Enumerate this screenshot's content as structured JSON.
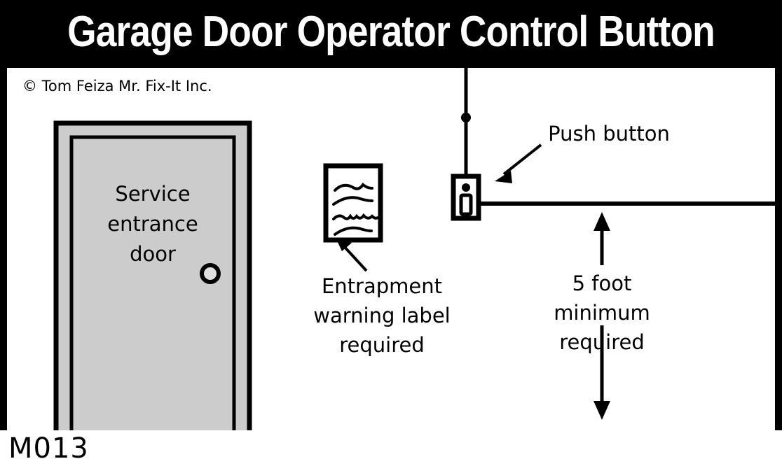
{
  "page": {
    "title": "Garage Door Operator Control Button",
    "code": "M013",
    "copyright": "© Tom Feiza Mr. Fix-It Inc.",
    "background_color": "#000000",
    "panel_color": "#ffffff",
    "ink_color": "#000000",
    "door_fill_color": "#cccccc"
  },
  "diagram": {
    "door": {
      "label_lines": [
        "Service",
        "entrance",
        "door"
      ],
      "knob_name": "door-knob"
    },
    "warning_label": {
      "caption_lines": [
        "Entrapment",
        "warning label",
        "required"
      ],
      "squiggle_count": 4
    },
    "push_button": {
      "caption": "Push button"
    },
    "dimension": {
      "caption_lines": [
        "5 foot",
        "minimum",
        "required"
      ],
      "value": "5 foot minimum required"
    }
  }
}
